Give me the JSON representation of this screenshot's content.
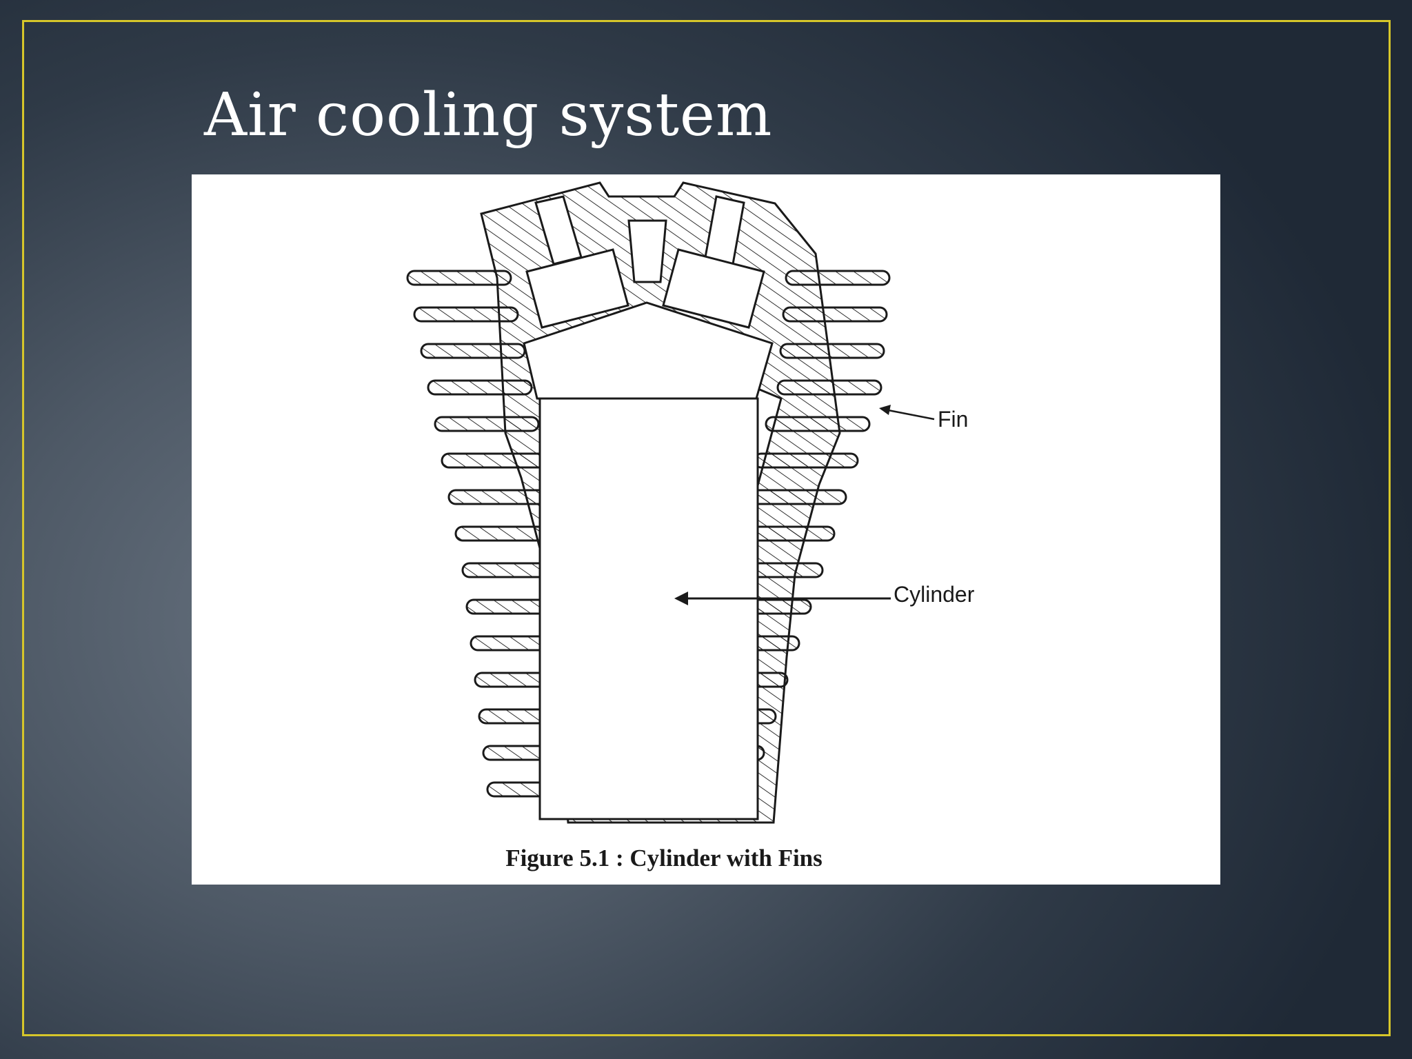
{
  "slide": {
    "title": "Air cooling system",
    "frame_color": "#d6c62a",
    "background_color": "#3b4653"
  },
  "figure": {
    "caption": "Figure 5.1 : Cylinder with Fins",
    "labels": {
      "fin": "Fin",
      "cylinder": "Cylinder"
    },
    "line_color": "#1a1a1a",
    "hatch": true
  }
}
